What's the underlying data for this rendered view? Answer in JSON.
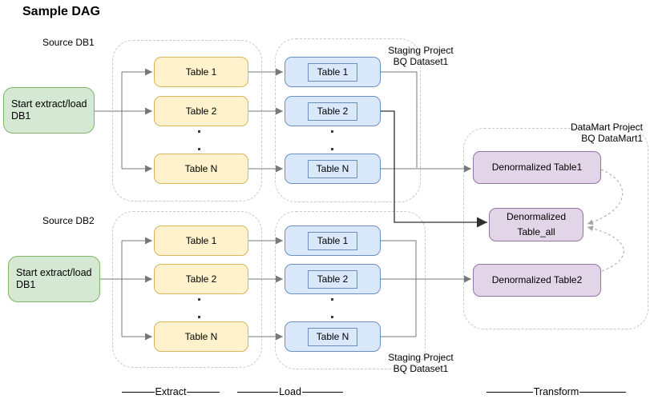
{
  "title": "Sample DAG",
  "colors": {
    "start_fill": "#d5e8d4",
    "start_stroke": "#82b366",
    "extract_fill": "#fff2cc",
    "extract_stroke": "#d6b656",
    "load_fill": "#dae8fc",
    "load_stroke": "#6c8ebf",
    "mart_fill": "#e1d5e7",
    "mart_stroke": "#9673a6",
    "connector": "#787878",
    "connector_dark": "#2e2e2e",
    "container_dash": "#c9c9c9",
    "arc_dash": "#a6a6a6"
  },
  "sources": [
    {
      "db_label": "Source DB1",
      "start_line1": "Start extract/load",
      "start_line2": "DB1",
      "extract_tables": [
        "Table 1",
        "Table 2",
        "Table N"
      ],
      "load_tables": [
        "Table 1",
        "Table 2",
        "Table N"
      ],
      "staging_line1": "Staging Project",
      "staging_line2": "BQ Dataset1"
    },
    {
      "db_label": "Source DB2",
      "start_line1": "Start extract/load",
      "start_line2": "DB1",
      "extract_tables": [
        "Table 1",
        "Table 2",
        "Table N"
      ],
      "load_tables": [
        "Table 1",
        "Table 2",
        "Table N"
      ],
      "staging_line1": "Staging Project",
      "staging_line2": "BQ Dataset1"
    }
  ],
  "datamart": {
    "caption_line1": "DataMart Project",
    "caption_line2": "BQ DataMart1",
    "denormalized_table1": "Denormalized Table1",
    "denormalized_table_all_line1": "Denormalized",
    "denormalized_table_all_line2": "Table_all",
    "denormalized_table2": "Denormalized Table2"
  },
  "stages": {
    "extract": "Extract",
    "load": "Load",
    "transform": "Transform"
  }
}
